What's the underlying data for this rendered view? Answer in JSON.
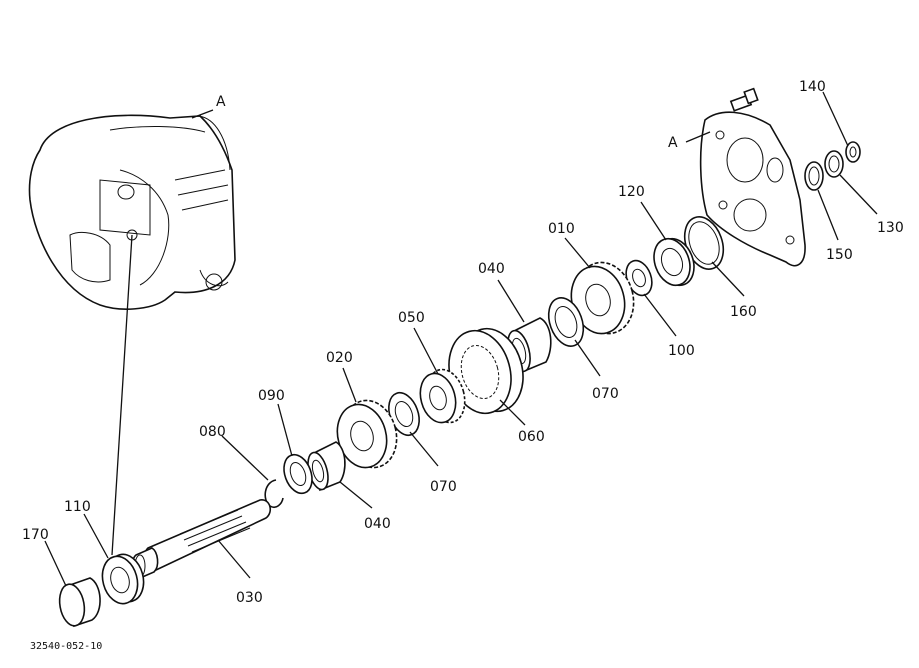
{
  "labels": {
    "a_left": "A",
    "a_right": "A",
    "p010": "010",
    "p020": "020",
    "p030": "030",
    "p040_top": "040",
    "p040_bottom": "040",
    "p050": "050",
    "p060": "060",
    "p070_right": "070",
    "p070_mid": "070",
    "p080": "080",
    "p090": "090",
    "p100": "100",
    "p110": "110",
    "p120": "120",
    "p130": "130",
    "p140": "140",
    "p150": "150",
    "p160": "160",
    "p170": "170"
  },
  "drawing_number": "32540-052-10"
}
